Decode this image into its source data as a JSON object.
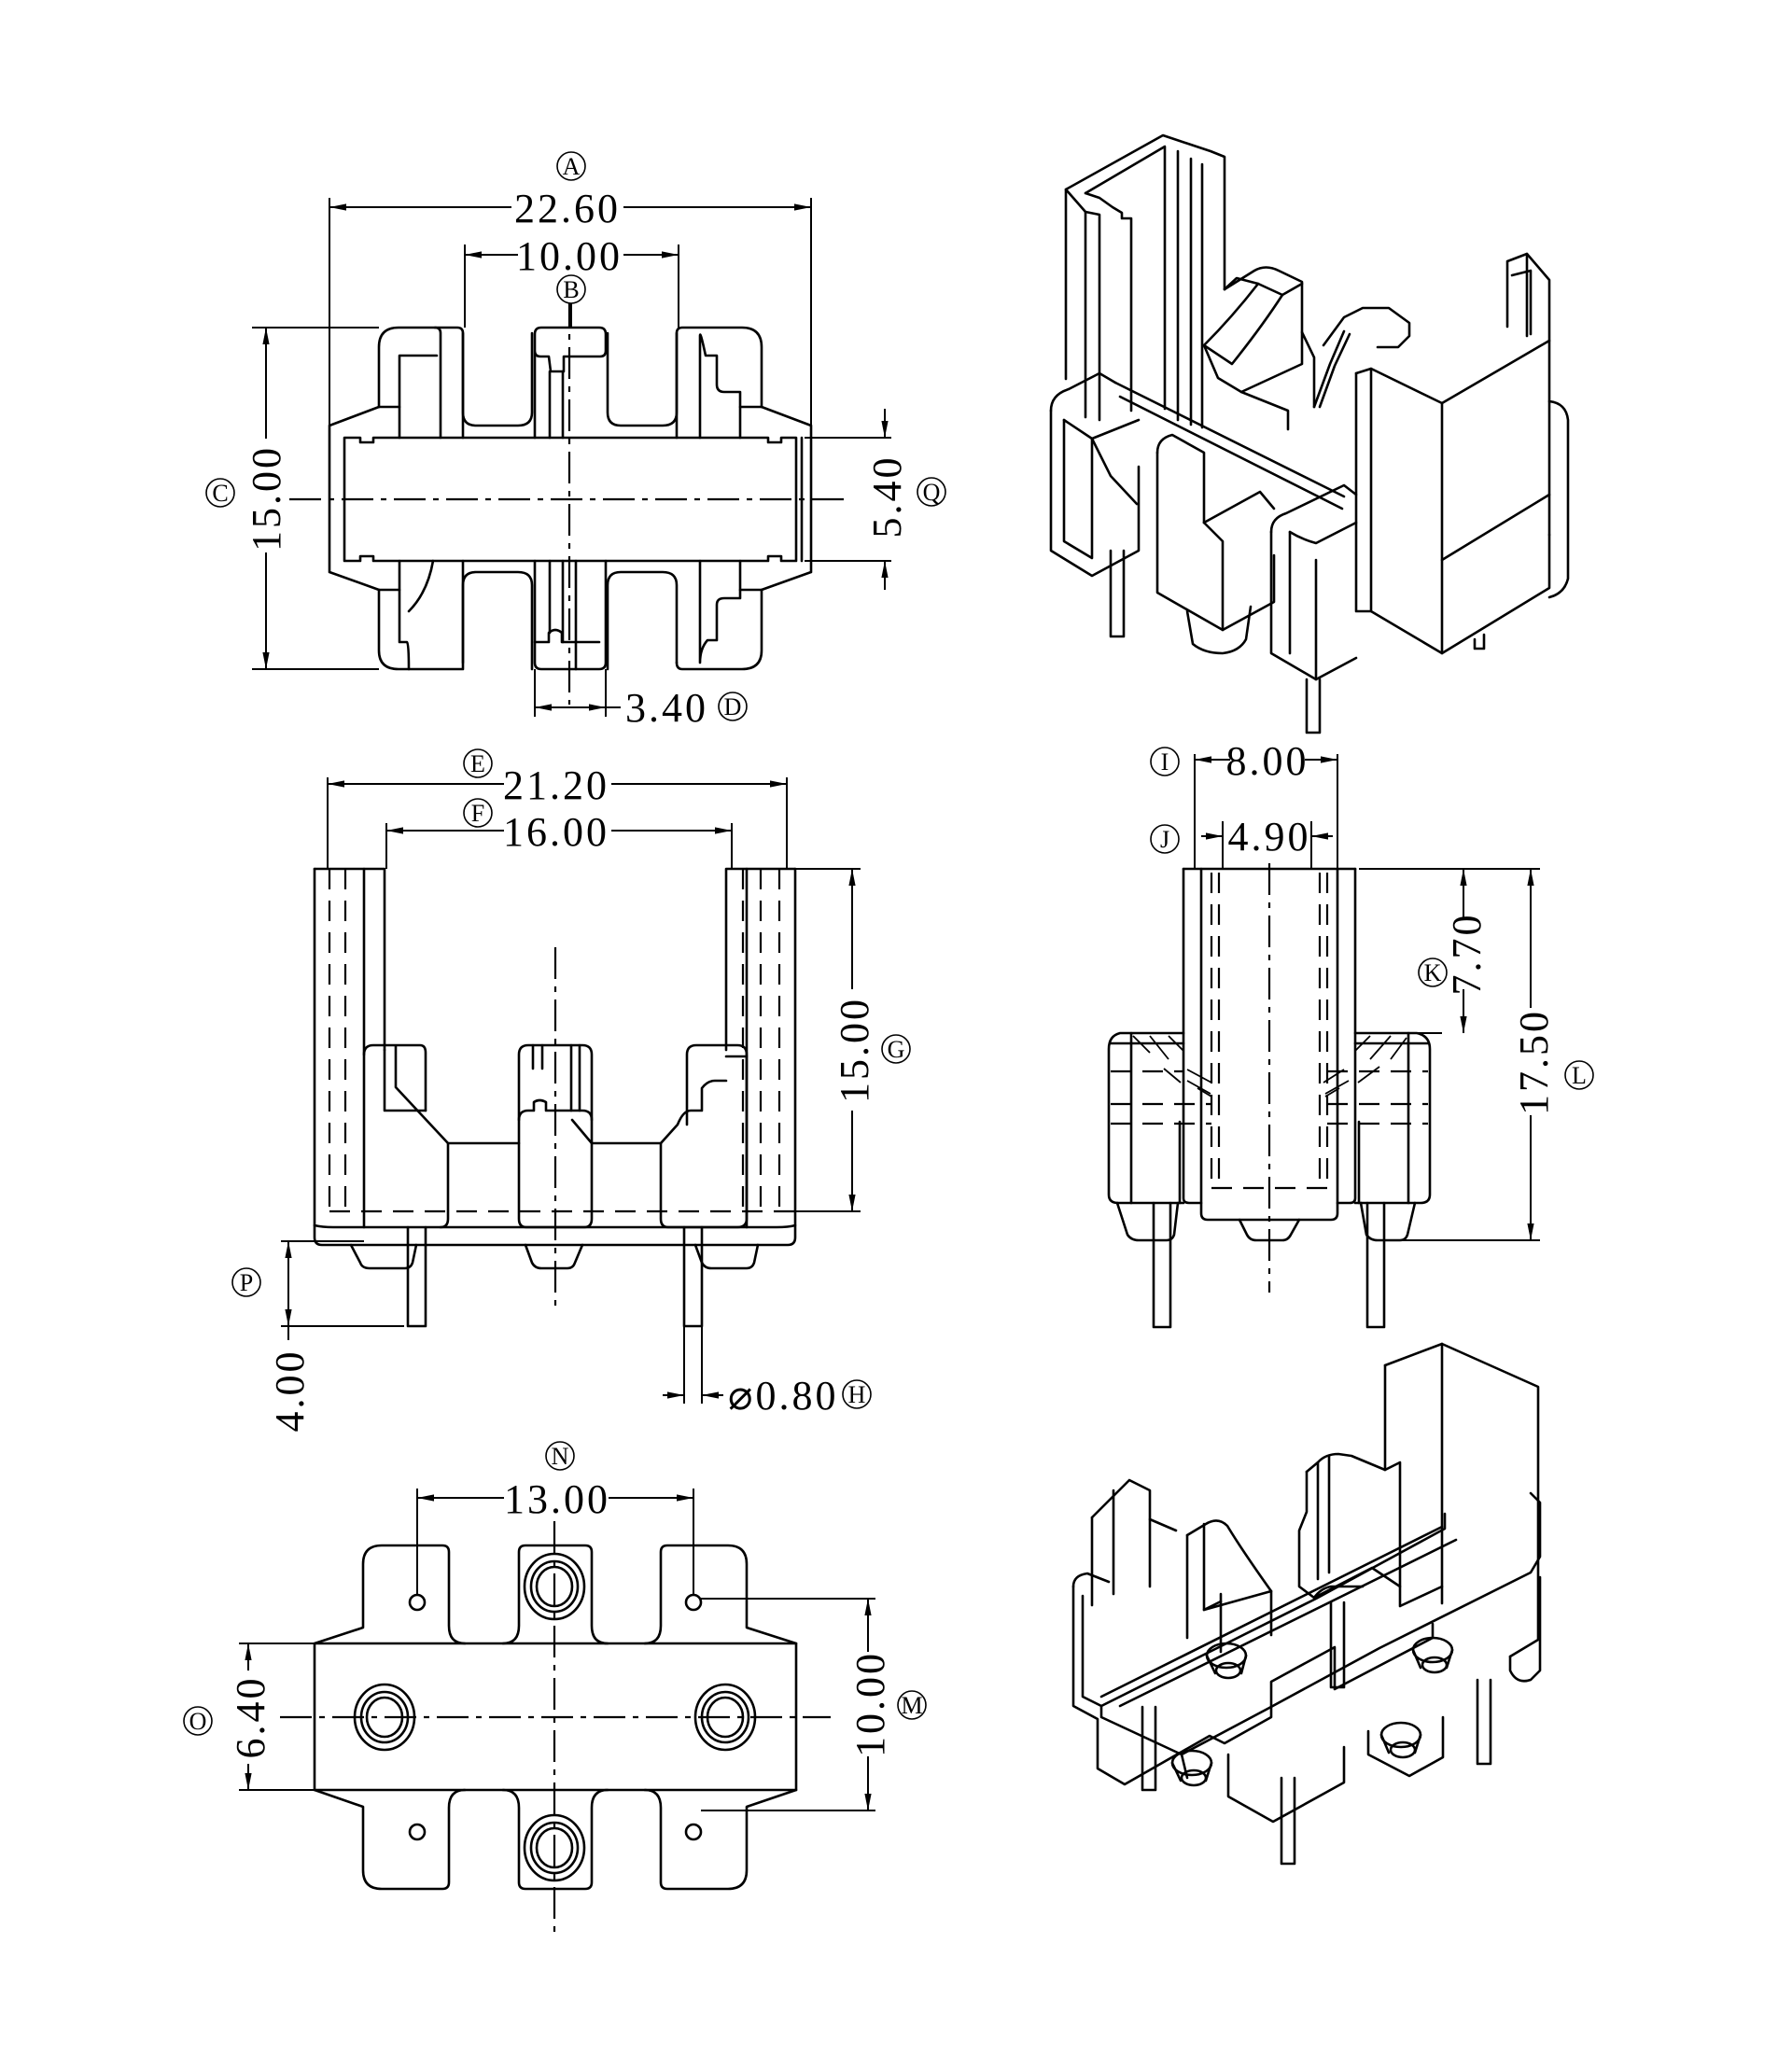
{
  "drawing": {
    "views": [
      "top-view",
      "isometric-top",
      "front-view",
      "side-view",
      "bottom-view",
      "isometric-bottom"
    ],
    "colors": {
      "line": "#000000",
      "background": "#ffffff"
    }
  },
  "dimensions": {
    "A": {
      "label": "A",
      "value": "22.60"
    },
    "B": {
      "label": "B",
      "value": "10.00"
    },
    "C": {
      "label": "C",
      "value": "15.00"
    },
    "D": {
      "label": "D",
      "value": "3.40"
    },
    "Q": {
      "label": "Q",
      "value": "5.40"
    },
    "E": {
      "label": "E",
      "value": "21.20"
    },
    "F": {
      "label": "F",
      "value": "16.00"
    },
    "G": {
      "label": "G",
      "value": "15.00"
    },
    "P": {
      "label": "P",
      "value": "4.00"
    },
    "H": {
      "label": "H",
      "value": "⌀0.80"
    },
    "I": {
      "label": "I",
      "value": "8.00"
    },
    "J": {
      "label": "J",
      "value": "4.90"
    },
    "K": {
      "label": "K",
      "value": "7.70"
    },
    "L": {
      "label": "L",
      "value": "17.50"
    },
    "N": {
      "label": "N",
      "value": "13.00"
    },
    "O": {
      "label": "O",
      "value": "6.40"
    },
    "M": {
      "label": "M",
      "value": "10.00"
    }
  }
}
